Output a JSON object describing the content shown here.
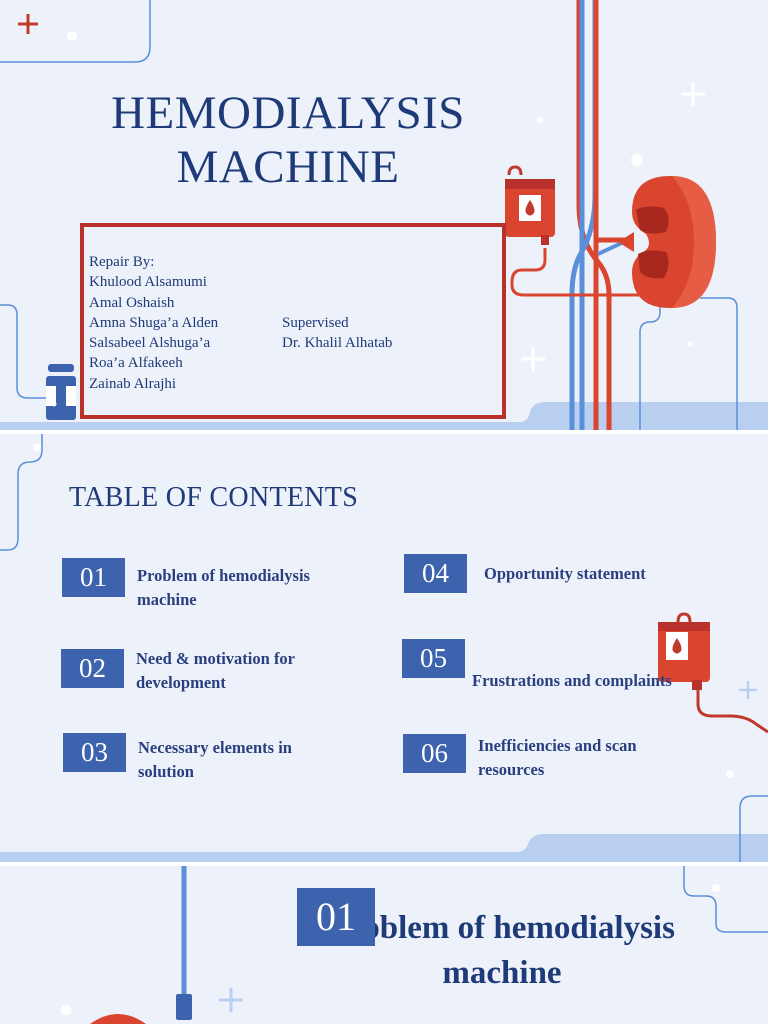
{
  "slide1": {
    "title_line1": "HEMODIALYSIS",
    "title_line2": "MACHINE",
    "repair_heading": "Repair By:",
    "members": [
      "Khulood Alsamumi",
      "Amal Oshaish",
      "Amna Shuga’a Alden",
      "Salsabeel Alshuga’a",
      "Roa’a Alfakeeh",
      "Zainab Alrajhi"
    ],
    "supervised_label": "Supervised",
    "supervisor": "Dr. Khalil Alhatab"
  },
  "slide2": {
    "heading": "TABLE OF CONTENTS",
    "items": [
      {
        "num": "01",
        "line1": "Problem of hemodialysis",
        "line2": "machine"
      },
      {
        "num": "02",
        "line1": "Need & motivation for",
        "line2": "development"
      },
      {
        "num": "03",
        "line1": "Necessary elements in",
        "line2": "solution"
      },
      {
        "num": "04",
        "line1": "Opportunity statement",
        "line2": ""
      },
      {
        "num": "05",
        "line1": "Frustrations and complaints",
        "line2": ""
      },
      {
        "num": "06",
        "line1": "Inefficiencies and scan",
        "line2": "resources"
      }
    ]
  },
  "slide3": {
    "num": "01",
    "title_line1": "Problem of hemodialysis",
    "title_line2": "machine"
  },
  "colors": {
    "background": "#edf2fa",
    "navy_text": "#1f3a78",
    "number_box": "#3e63ae",
    "accent_red": "#b8312a",
    "tube_red": "#d9452e",
    "tube_blue": "#5b8fd9",
    "light_blue": "#b9cff0"
  },
  "icons": [
    "plus-icon",
    "blood-bag-icon",
    "kidney-icon",
    "medicine-bottle-icon",
    "drop-icon"
  ]
}
